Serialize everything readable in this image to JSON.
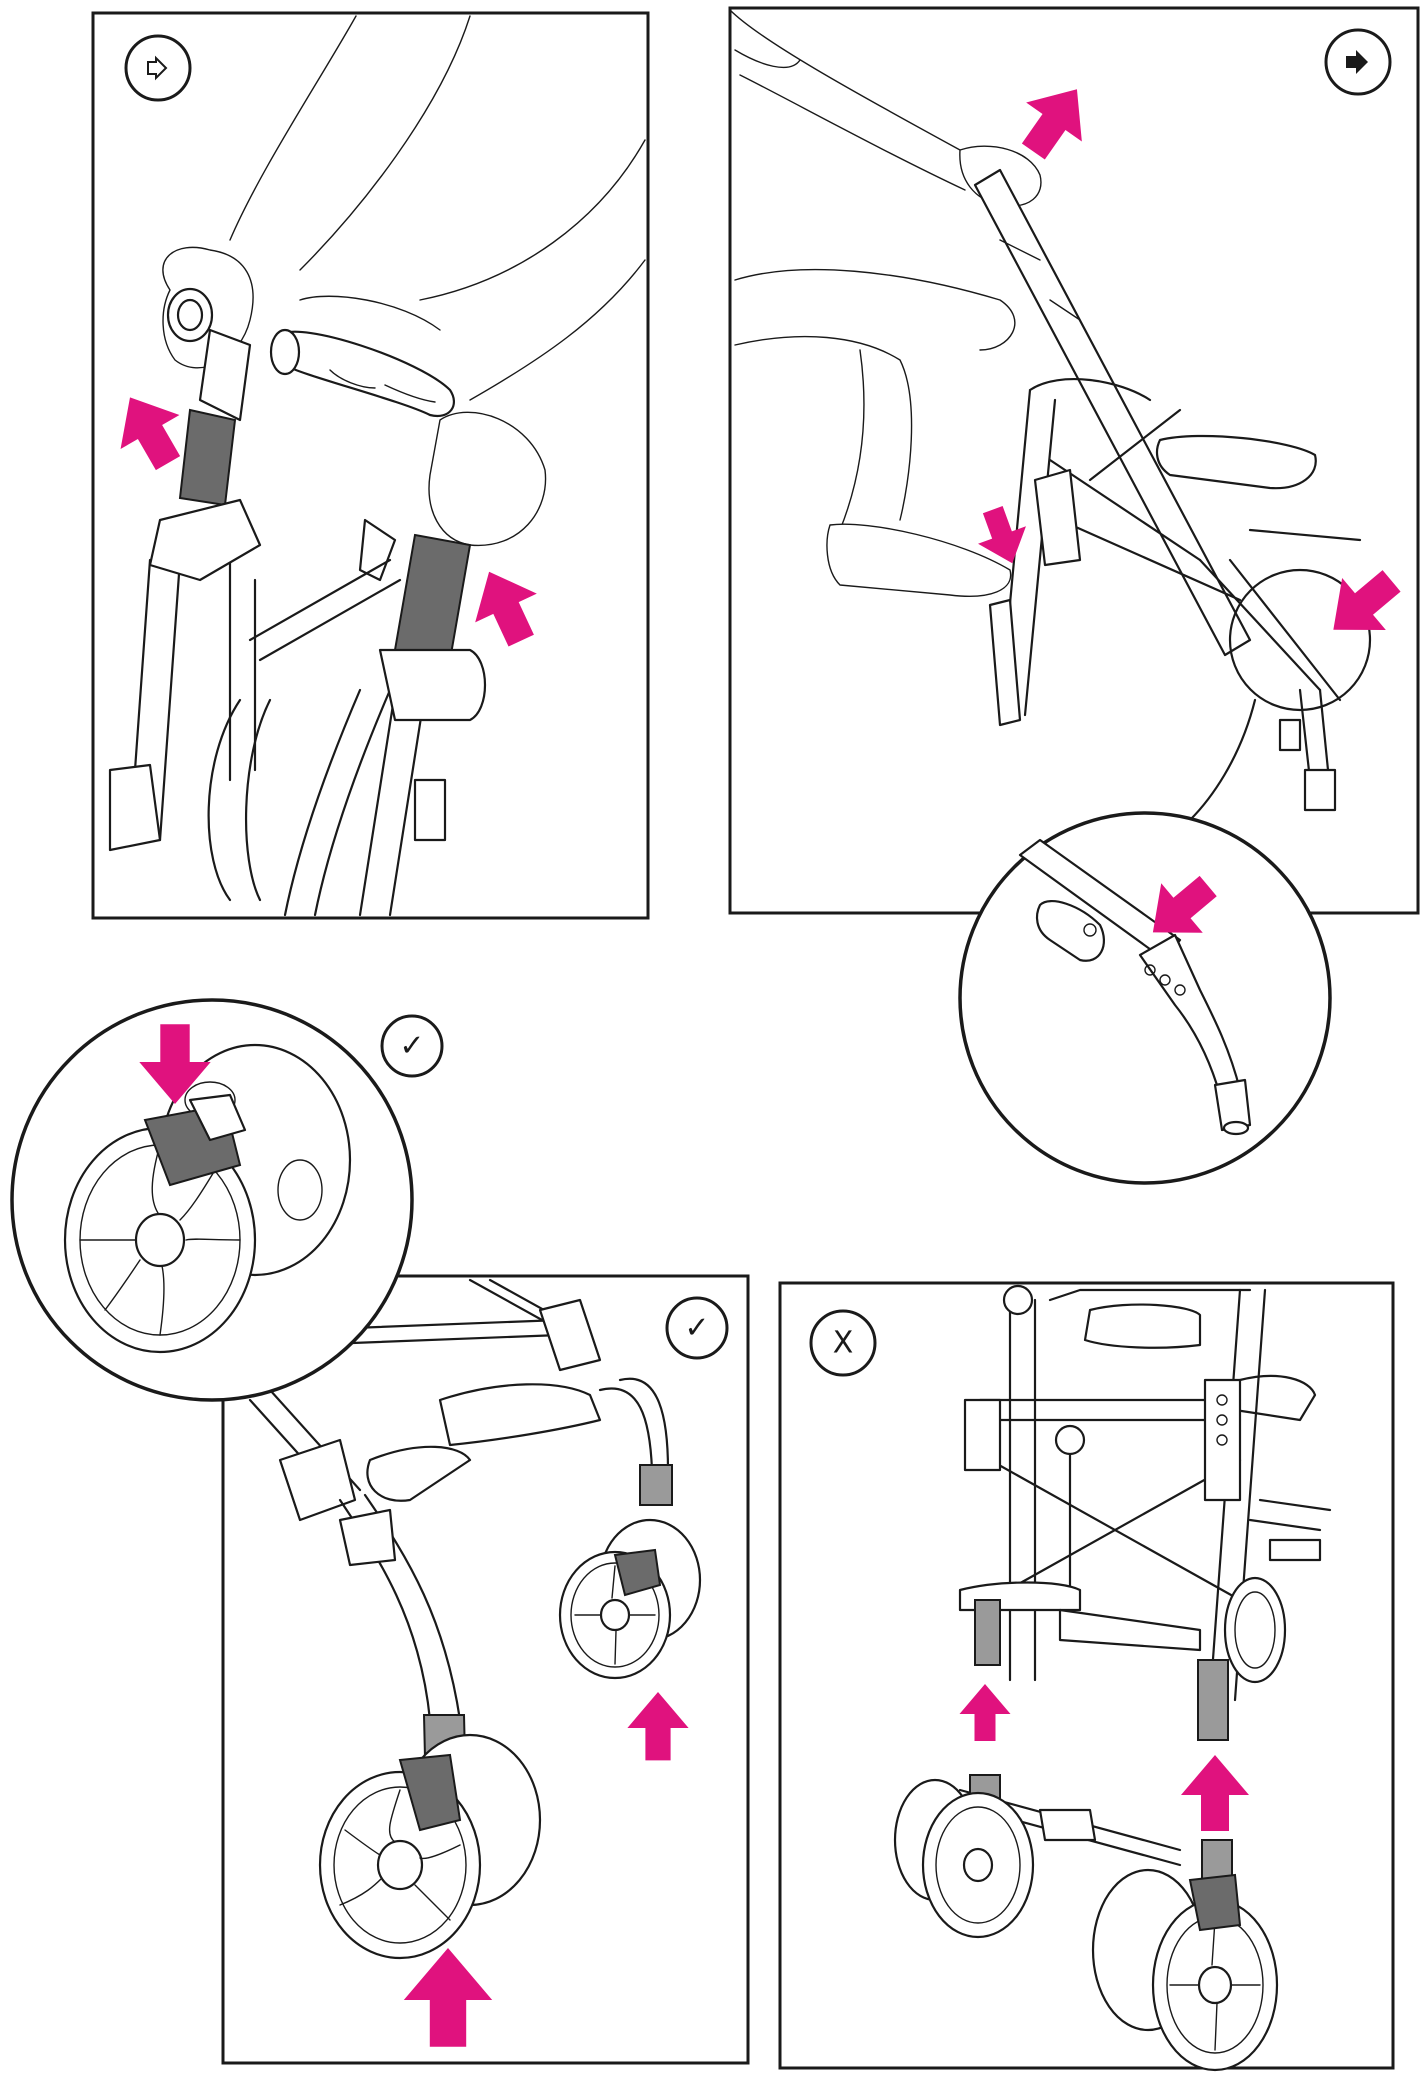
{
  "colors": {
    "arrow": "#e0127e",
    "line": "#1a1a1a",
    "background": "#ffffff",
    "handle_grip": "#6b6b6b"
  },
  "panels": [
    {
      "id": "panel-1",
      "badge_icon": "open-handle-symbol-icon",
      "badge_text": ""
    },
    {
      "id": "panel-2",
      "badge_icon": "close-handle-symbol-icon",
      "badge_text": ""
    },
    {
      "id": "panel-3",
      "badge_icon": "check-icon",
      "badge_text": "✓"
    },
    {
      "id": "panel-4",
      "badge_icon": "check-icon",
      "badge_text": "✓"
    },
    {
      "id": "panel-5",
      "badge_icon": "cross-icon",
      "badge_text": "X"
    }
  ],
  "illustrations": {
    "panel_1": "hands-lifting-handles-illustration",
    "panel_2": "person-folding-stroller-illustration",
    "panel_2_detail": "fold-latch-detail-illustration",
    "panel_3_detail": "wheel-lock-detail-illustration",
    "panel_4": "front-wheel-attach-illustration",
    "panel_5": "wrong-wheel-attach-illustration"
  }
}
